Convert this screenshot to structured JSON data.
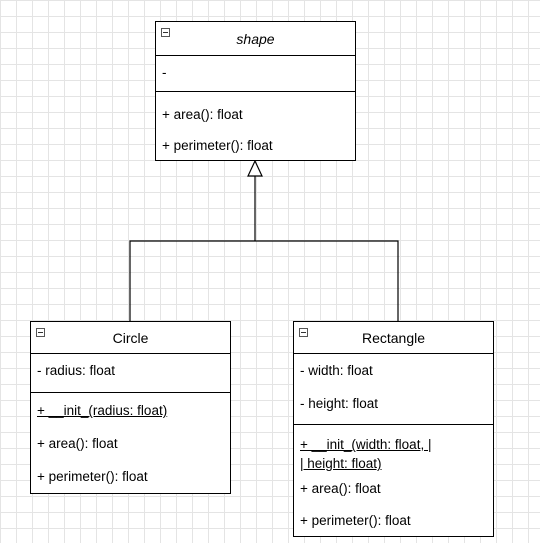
{
  "shape": {
    "name": "shape",
    "attributes": [
      "-"
    ],
    "methods": [
      "+ area(): float",
      "+ perimeter(): float"
    ]
  },
  "circle": {
    "name": "Circle",
    "attributes": [
      "- radius: float"
    ],
    "methods": [
      "+ __init_(radius: float)",
      "+ area(): float",
      "+ perimeter(): float"
    ]
  },
  "rectangle": {
    "name": "Rectangle",
    "attributes": [
      "- width: float",
      "-  height: float"
    ],
    "methods": [
      "+ __init_(width: float, |",
      "| height: float)",
      "+ area(): float",
      "+ perimeter(): float"
    ]
  }
}
